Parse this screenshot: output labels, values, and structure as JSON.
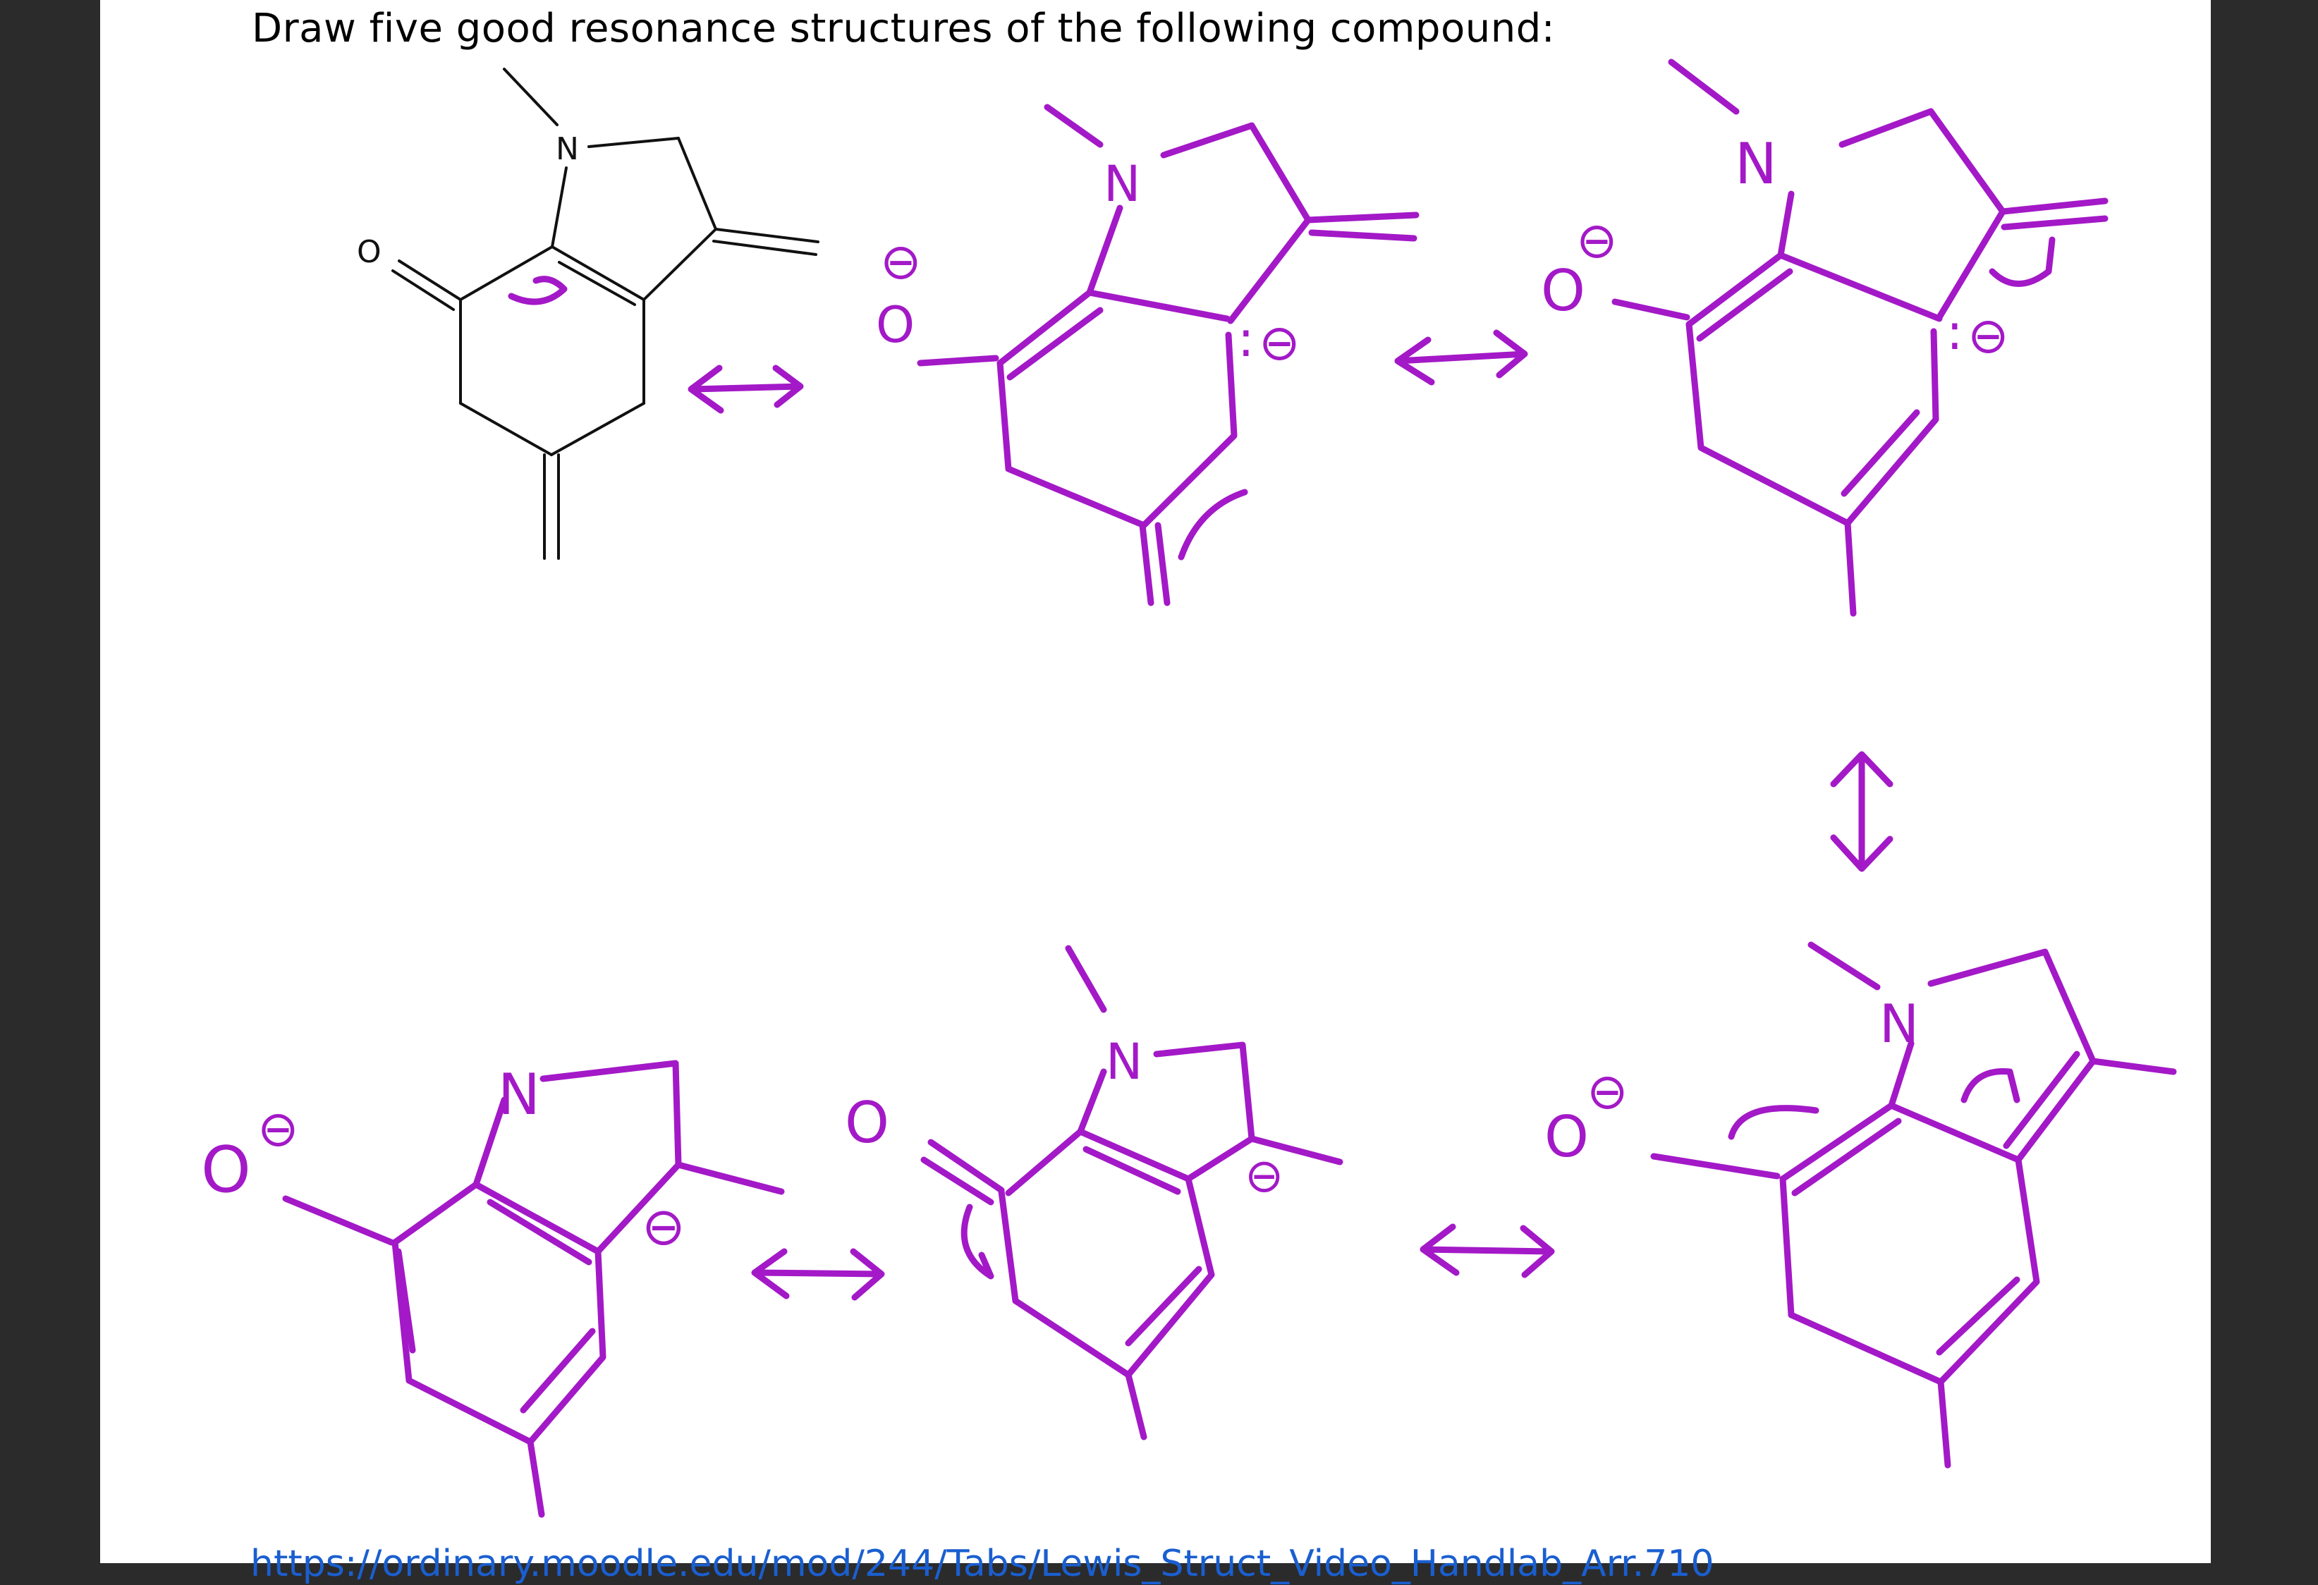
{
  "document": {
    "question": "Draw five good resonance structures of the following compound:",
    "link_text": "https://ordinary.moodle.edu/mod/244/Tabs/Lewis_Struct_Video_Handlab_Arr.710",
    "atom_labels": {
      "nitrogen": "N",
      "oxygen": "O",
      "negative_charge": "⊖",
      "lone_pair": ":"
    },
    "colors": {
      "ink": "#a319c7",
      "printed": "#111111",
      "link": "#1a5fd0",
      "background_side": "#2b2b2b"
    }
  }
}
